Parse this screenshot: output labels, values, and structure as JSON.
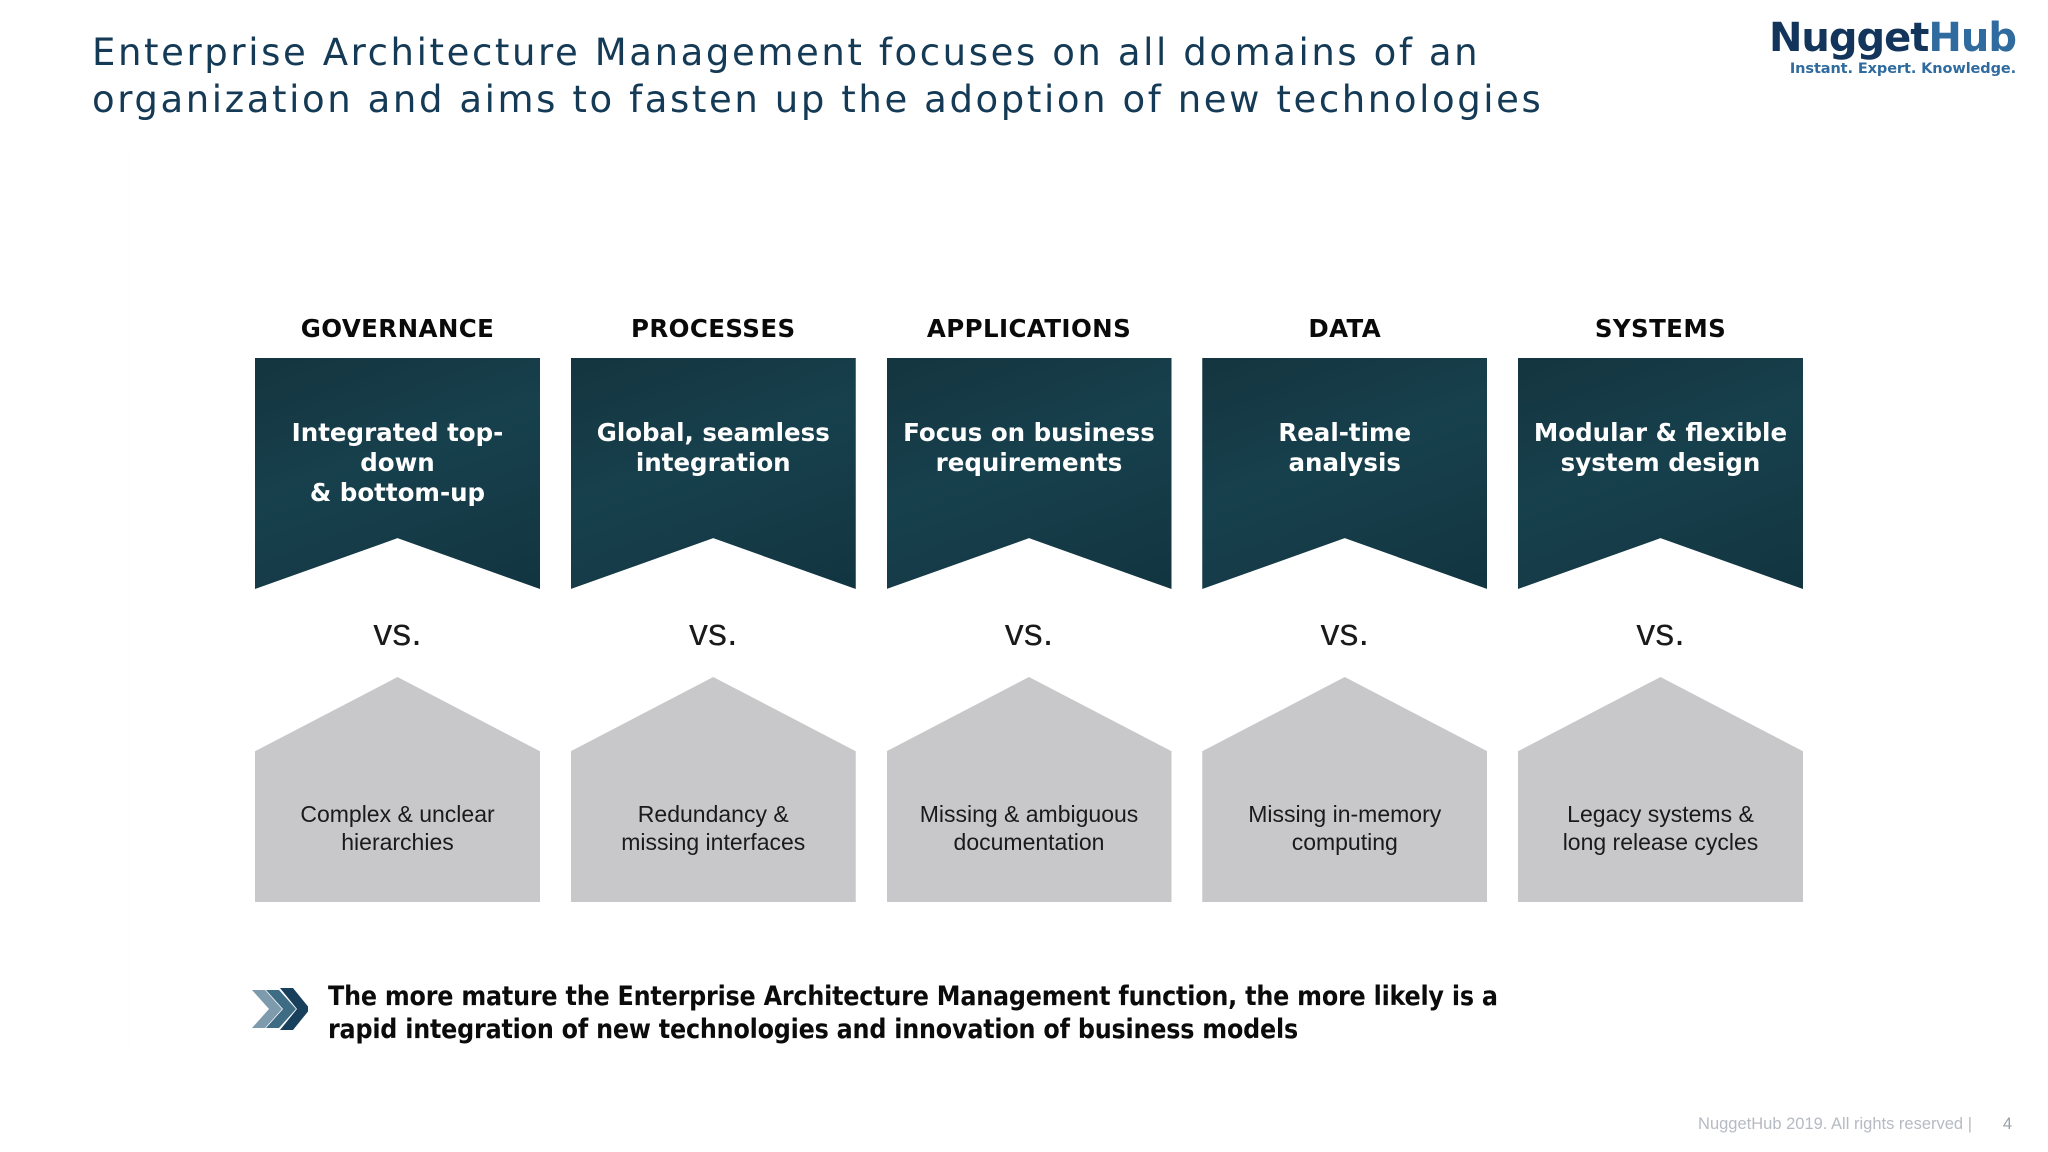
{
  "header": {
    "title": "Enterprise Architecture Management focuses on all domains of an organization and aims to fasten up the adoption of new technologies"
  },
  "logo": {
    "word_a": "Nugget",
    "word_b": "Hub",
    "tagline": "Instant. Expert. Knowledge.",
    "color_dark": "#14355b",
    "color_light": "#2f6b9e"
  },
  "colors": {
    "banner_dark": "#14353f",
    "banner_dark_2": "#17404d",
    "pentagon_gray": "#c8c8cb",
    "title_blue": "#143a56",
    "footer_gray": "#b6bac2"
  },
  "columns": [
    {
      "header": "GOVERNANCE",
      "target": "Integrated top-down\n& bottom-up",
      "divider": "vs.",
      "issue": "Complex & unclear\nhierarchies"
    },
    {
      "header": "PROCESSES",
      "target": "Global, seamless\nintegration",
      "divider": "vs.",
      "issue": "Redundancy &\nmissing interfaces"
    },
    {
      "header": "APPLICATIONS",
      "target": "Focus on business\nrequirements",
      "divider": "vs.",
      "issue": "Missing & ambiguous\ndocumentation"
    },
    {
      "header": "DATA",
      "target": "Real-time\nanalysis",
      "divider": "vs.",
      "issue": "Missing in-memory\ncomputing"
    },
    {
      "header": "SYSTEMS",
      "target": "Modular & flexible\nsystem design",
      "divider": "vs.",
      "issue": "Legacy systems &\nlong release cycles"
    }
  ],
  "callout": {
    "icon": "triple-chevron-right-icon",
    "text": "The more mature the Enterprise Architecture Management function, the more likely is a\nrapid integration of new technologies and innovation of business models"
  },
  "footer": {
    "copyright": "NuggetHub 2019. All rights reserved",
    "separator": "|",
    "page_number": "4"
  }
}
